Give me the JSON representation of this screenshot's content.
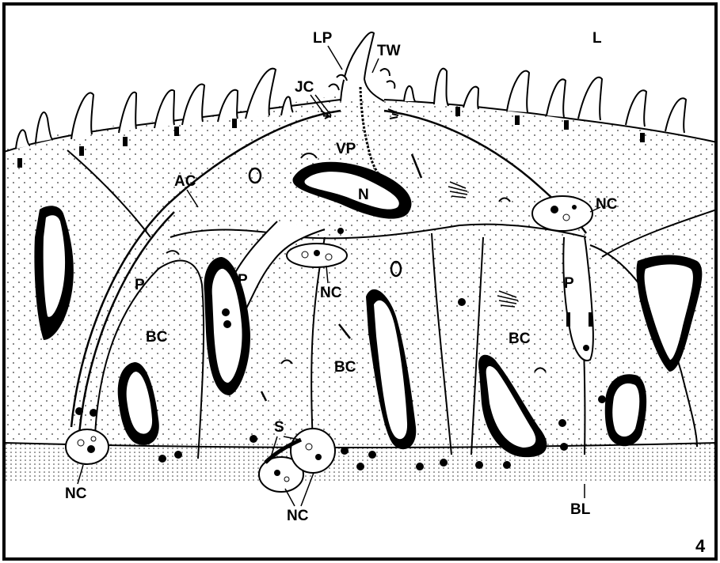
{
  "figure": {
    "number": "4",
    "labels": {
      "LP": "LP",
      "TW": "TW",
      "L": "L",
      "JC": "JC",
      "VP": "VP",
      "N": "N",
      "AC": "AC",
      "NC_right": "NC",
      "P_left": "P",
      "P_center": "P",
      "NC_center": "NC",
      "P_right": "P",
      "BC_left": "BC",
      "BC_center": "BC",
      "BC_right": "BC",
      "S": "S",
      "NC_bottom_left": "NC",
      "NC_bottom_center": "NC",
      "BL": "BL"
    }
  },
  "colors": {
    "ink": "#000000",
    "paper": "#ffffff",
    "stipple": "#333333"
  }
}
